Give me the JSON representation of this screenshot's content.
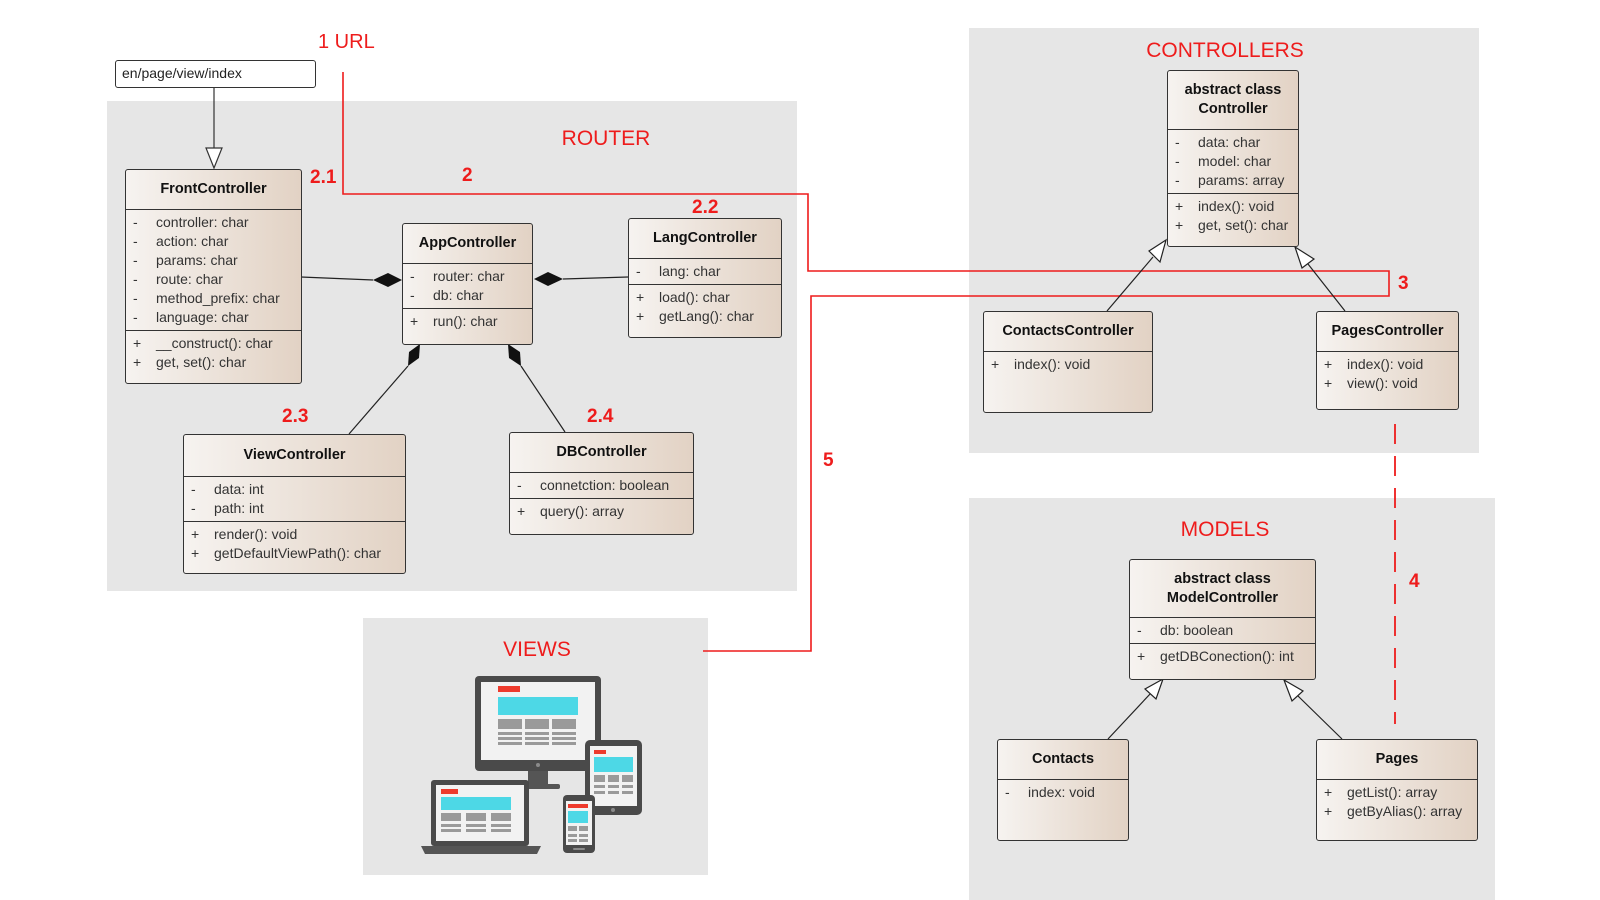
{
  "regions": {
    "router": "ROUTER",
    "controllers": "CONTROLLERS",
    "models": "MODELS",
    "views": "VIEWS"
  },
  "url_box": "en/page/view/index",
  "step_labels": {
    "s1": "1 URL",
    "s2": "2",
    "s2_1": "2.1",
    "s2_2": "2.2",
    "s2_3": "2.3",
    "s2_4": "2.4",
    "s3": "3",
    "s4": "4",
    "s5": "5"
  },
  "classes": {
    "front_controller": {
      "title": [
        "FrontController"
      ],
      "attributes": [
        {
          "vis": "-",
          "text": "controller: char"
        },
        {
          "vis": "-",
          "text": "action: char"
        },
        {
          "vis": "-",
          "text": "params: char"
        },
        {
          "vis": "-",
          "text": "route: char"
        },
        {
          "vis": "-",
          "text": "method_prefix: char"
        },
        {
          "vis": "-",
          "text": "language: char"
        }
      ],
      "methods": [
        {
          "vis": "+",
          "text": "__construct(): char"
        },
        {
          "vis": "+",
          "text": "get, set(): char"
        }
      ]
    },
    "app_controller": {
      "title": [
        "AppController"
      ],
      "attributes": [
        {
          "vis": "-",
          "text": "router: char"
        },
        {
          "vis": "-",
          "text": "db: char"
        }
      ],
      "methods": [
        {
          "vis": "+",
          "text": "run(): char"
        }
      ]
    },
    "lang_controller": {
      "title": [
        "LangController"
      ],
      "attributes": [
        {
          "vis": "-",
          "text": "lang: char"
        }
      ],
      "methods": [
        {
          "vis": "+",
          "text": "load(): char"
        },
        {
          "vis": "+",
          "text": "getLang(): char"
        }
      ]
    },
    "view_controller": {
      "title": [
        "ViewController"
      ],
      "attributes": [
        {
          "vis": "-",
          "text": "data: int"
        },
        {
          "vis": "-",
          "text": "path: int"
        }
      ],
      "methods": [
        {
          "vis": "+",
          "text": "render(): void"
        },
        {
          "vis": "+",
          "text": "getDefaultViewPath(): char"
        }
      ]
    },
    "db_controller": {
      "title": [
        "DBController"
      ],
      "attributes": [
        {
          "vis": "-",
          "text": "connetction: boolean"
        }
      ],
      "methods": [
        {
          "vis": "+",
          "text": "query(): array"
        }
      ]
    },
    "abstract_controller": {
      "title": [
        "abstract class",
        "Controller"
      ],
      "attributes": [
        {
          "vis": "-",
          "text": "data: char"
        },
        {
          "vis": "-",
          "text": "model: char"
        },
        {
          "vis": "-",
          "text": "params: array"
        }
      ],
      "methods": [
        {
          "vis": "+",
          "text": "index(): void"
        },
        {
          "vis": "+",
          "text": "get, set(): char"
        }
      ]
    },
    "contacts_controller": {
      "title": [
        "ContactsController"
      ],
      "attributes": [],
      "methods": [
        {
          "vis": "+",
          "text": "index(): void"
        }
      ]
    },
    "pages_controller": {
      "title": [
        "PagesController"
      ],
      "attributes": [],
      "methods": [
        {
          "vis": "+",
          "text": "index(): void"
        },
        {
          "vis": "+",
          "text": "view(): void"
        }
      ]
    },
    "model_controller": {
      "title": [
        "abstract class",
        "ModelController"
      ],
      "attributes": [
        {
          "vis": "-",
          "text": "db: boolean"
        }
      ],
      "methods": [
        {
          "vis": "+",
          "text": "getDBConection(): int"
        }
      ]
    },
    "contacts_model": {
      "title": [
        "Contacts"
      ],
      "attributes": [
        {
          "vis": "-",
          "text": "index: void"
        }
      ],
      "methods": []
    },
    "pages_model": {
      "title": [
        "Pages"
      ],
      "attributes": [],
      "methods": [
        {
          "vis": "+",
          "text": "getList(): array"
        },
        {
          "vis": "+",
          "text": "getByAlias(): array"
        }
      ]
    }
  },
  "colors": {
    "accent_red": "#ee1c1c",
    "region_bg": "#e6e6e6",
    "class_gradient_start": "#f6f3f0",
    "class_gradient_end": "#e2d2c4",
    "screen_cyan": "#4dd8e6",
    "device_dark": "#4a4a4a"
  },
  "icons": {
    "views_illustration": "responsive-devices-icon"
  }
}
